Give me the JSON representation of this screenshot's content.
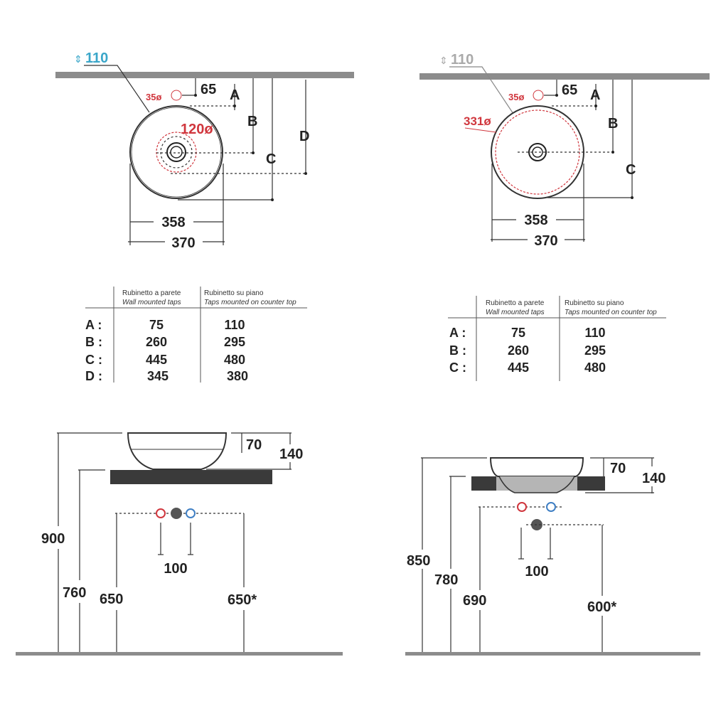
{
  "plan_wall_mounted": {
    "tap_height": "110",
    "tap_hole": "35ø",
    "tap_offset": "65",
    "drain_diameter": "120ø",
    "labels": [
      "A",
      "B",
      "C",
      "D"
    ],
    "inner_width": "358",
    "outer_width": "370"
  },
  "plan_counter": {
    "tap_height": "110",
    "tap_hole": "35ø",
    "tap_offset": "65",
    "cutout_diameter": "331ø",
    "labels": [
      "A",
      "B",
      "C"
    ],
    "inner_width": "358",
    "outer_width": "370"
  },
  "table_left": {
    "col1_it": "Rubinetto a parete",
    "col1_en": "Wall mounted taps",
    "col2_it": "Rubinetto su piano",
    "col2_en": "Taps mounted on counter top",
    "rows": [
      {
        "label": "A :",
        "wall": "75",
        "counter": "110"
      },
      {
        "label": "B :",
        "wall": "260",
        "counter": "295"
      },
      {
        "label": "C :",
        "wall": "445",
        "counter": "480"
      },
      {
        "label": "D :",
        "wall": "345",
        "counter": "380"
      }
    ]
  },
  "table_right": {
    "col1_it": "Rubinetto a parete",
    "col1_en": "Wall mounted taps",
    "col2_it": "Rubinetto su piano",
    "col2_en": "Taps mounted on counter top",
    "rows": [
      {
        "label": "A :",
        "wall": "75",
        "counter": "110"
      },
      {
        "label": "B :",
        "wall": "260",
        "counter": "295"
      },
      {
        "label": "C :",
        "wall": "445",
        "counter": "480"
      }
    ]
  },
  "elevation_left": {
    "total_height": "900",
    "counter_height": "760",
    "tap_height": "650",
    "drain_height": "650*",
    "tap_spacing": "100",
    "bowl_above": "70",
    "bowl_total": "140"
  },
  "elevation_right": {
    "total_height": "850",
    "counter_height": "780",
    "tap_height": "690",
    "drain_height": "600*",
    "tap_spacing": "100",
    "bowl_above": "70",
    "bowl_total": "140"
  },
  "colors": {
    "accent_cyan": "#3aa6c9",
    "accent_red": "#d0363d",
    "tap_blue": "#3f7fc4",
    "wall": "#8c8c8c",
    "slab": "#3a3a3a"
  }
}
